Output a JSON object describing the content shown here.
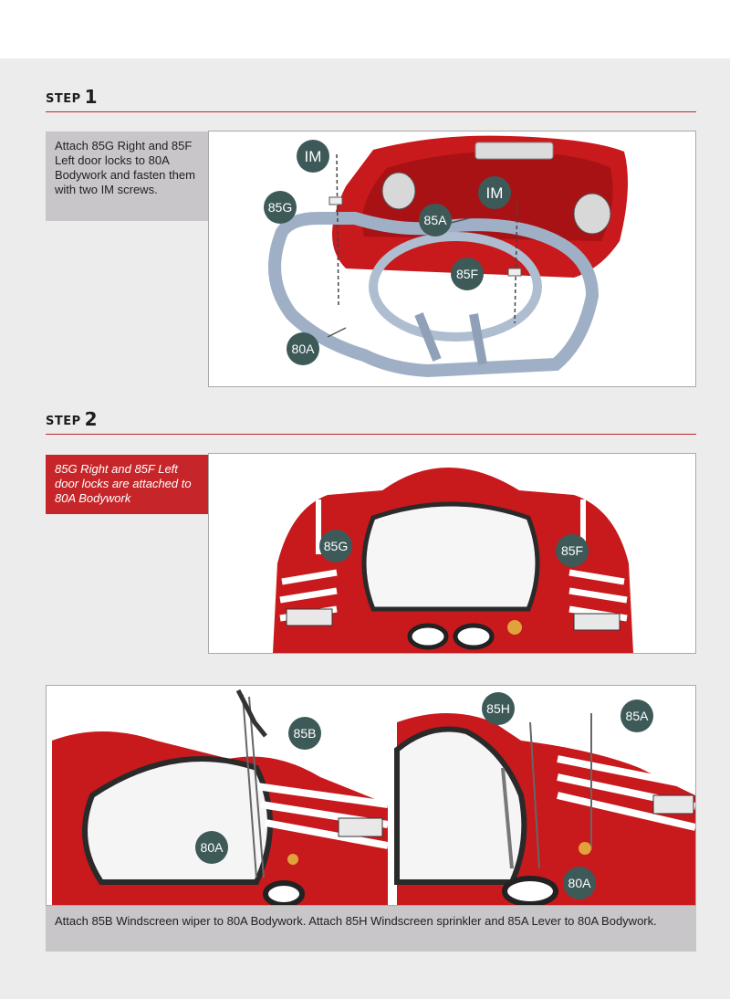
{
  "step1": {
    "word": "STEP",
    "number": "1",
    "instruction": "Attach 85G Right and 85F Left door locks to 80A Bodywork and fasten them with two IM screws.",
    "labels": {
      "im_a": "IM",
      "im_b": "IM",
      "g": "85G",
      "a": "85A",
      "f": "85F",
      "body": "80A"
    }
  },
  "step2": {
    "word": "STEP",
    "number": "2",
    "note": "85G Right and 85F Left door locks are attached to 80A Bodywork",
    "labels": {
      "g": "85G",
      "f": "85F"
    }
  },
  "step3": {
    "left_labels": {
      "wiper": "85B",
      "body": "80A"
    },
    "right_labels": {
      "sprinkler": "85H",
      "lever": "85A",
      "body": "80A"
    },
    "caption": "Attach 85B Windscreen wiper to 80A Bodywork. Attach 85H Windscreen sprinkler and 85A Lever to 80A Bodywork."
  },
  "colors": {
    "accent": "#c6262a",
    "callout_gray": "#c8c6c9",
    "badge": "#3d5a58"
  }
}
